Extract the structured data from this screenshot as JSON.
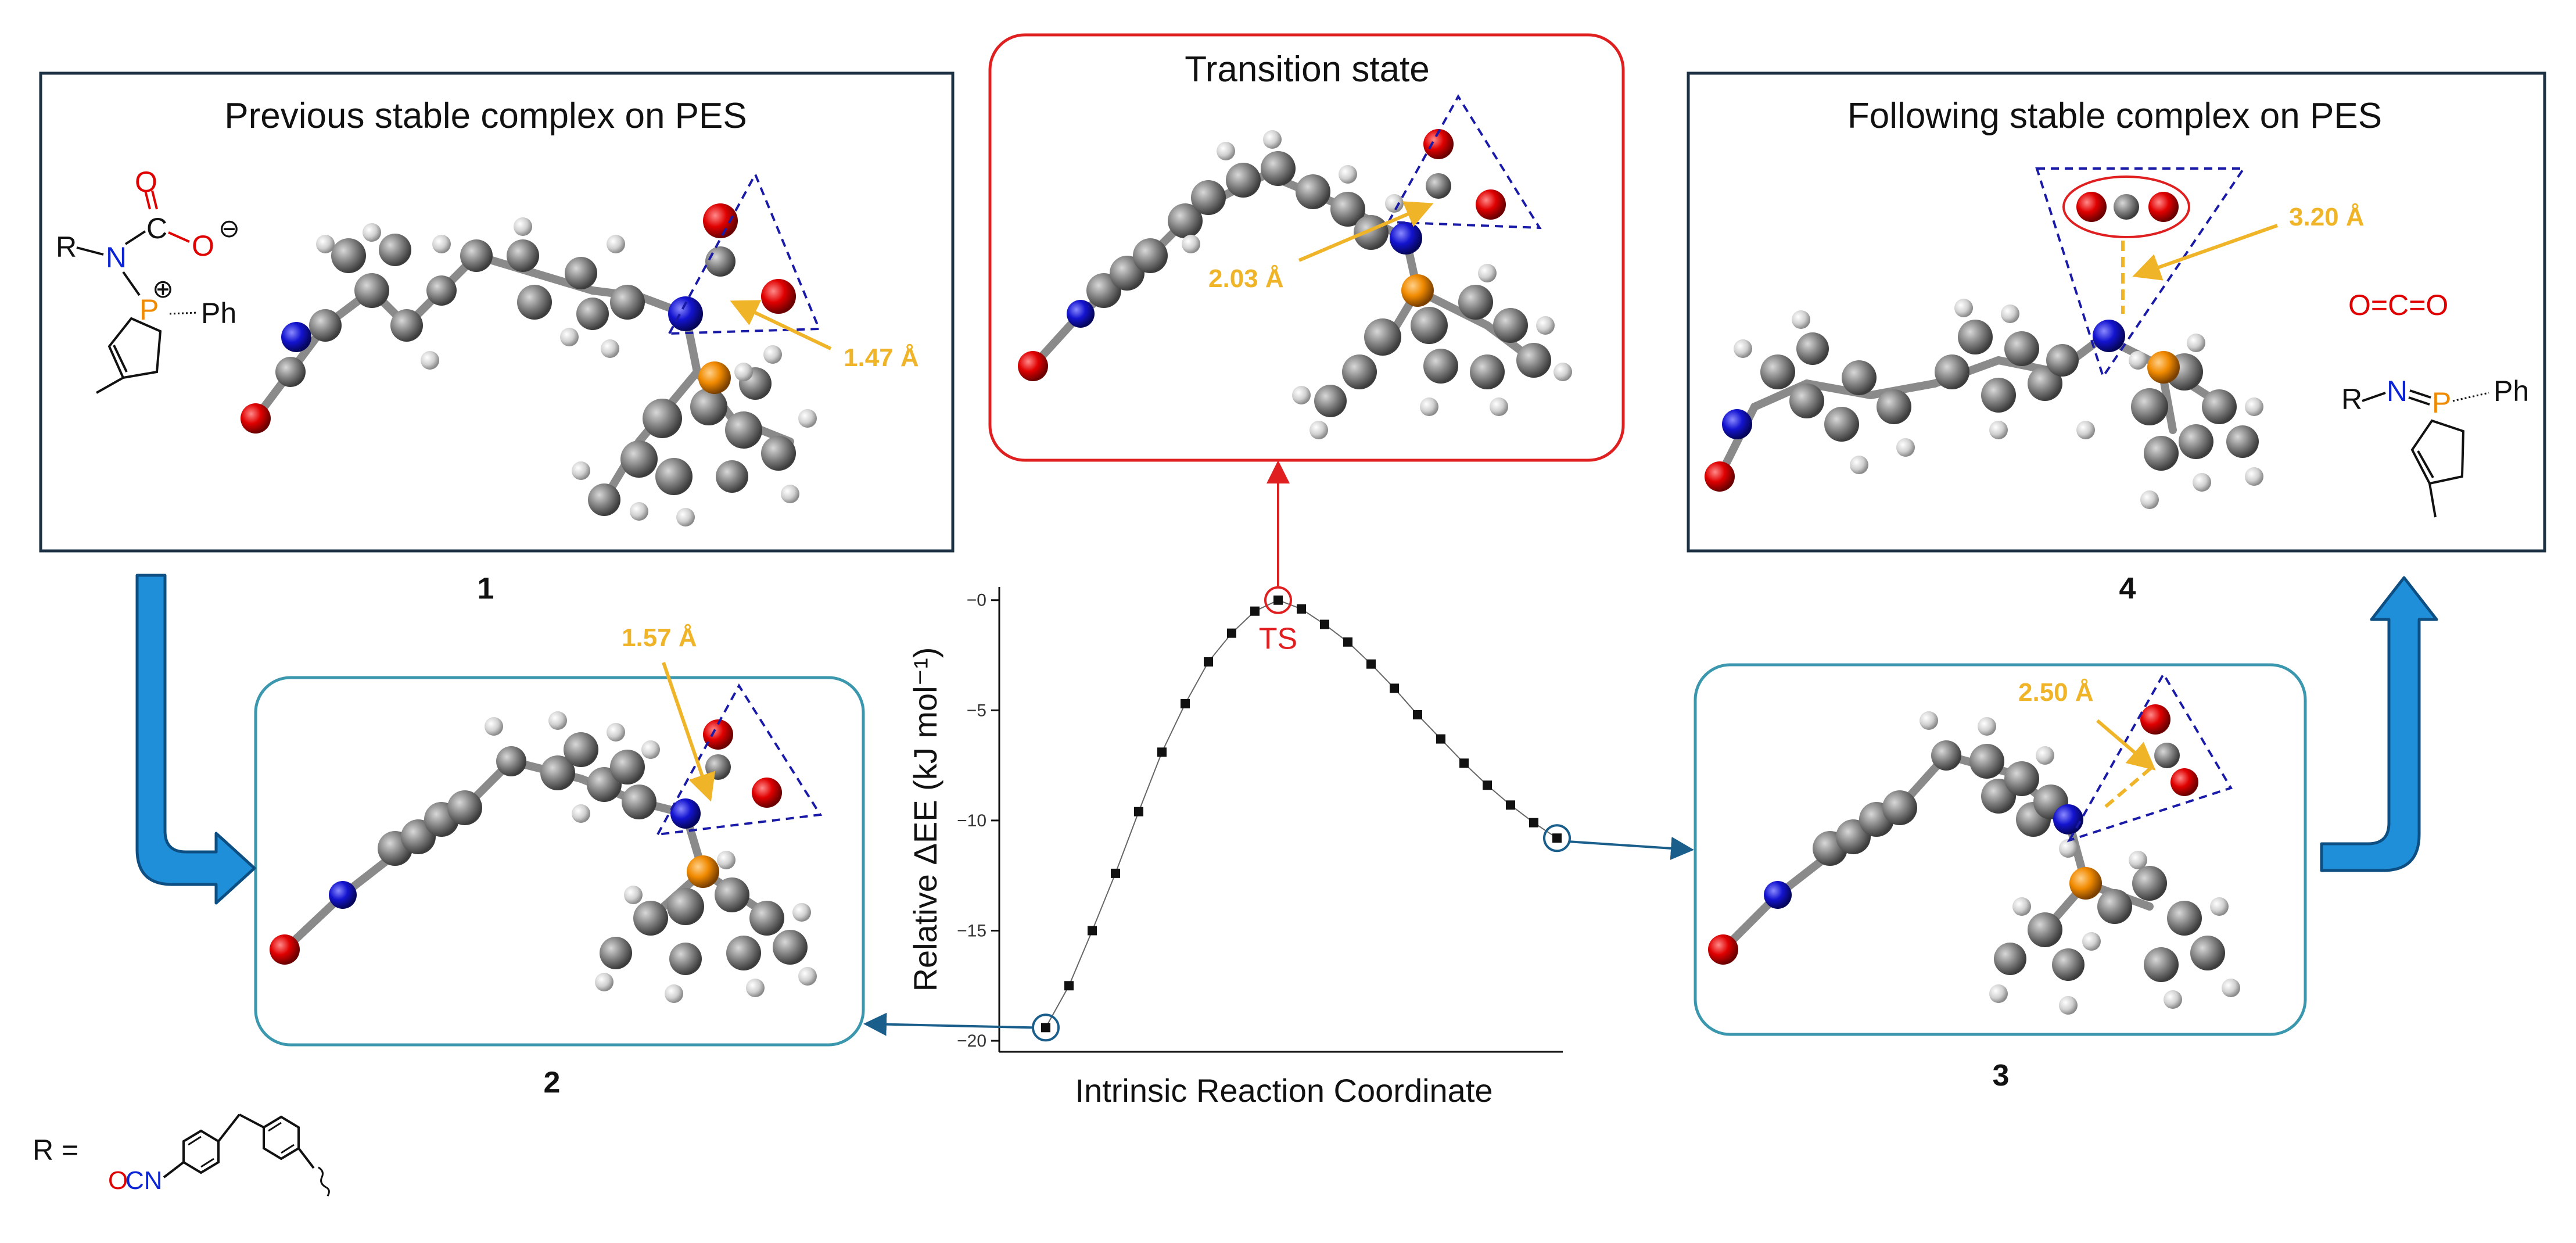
{
  "panels": {
    "previous": {
      "title": "Previous stable complex on PES",
      "label": "1",
      "distance": "1.47 Å"
    },
    "transition": {
      "title": "Transition state",
      "distance": "2.03 Å"
    },
    "following": {
      "title": "Following stable complex on PES",
      "label": "4",
      "distance": "3.20 Å"
    },
    "irc2": {
      "label": "2",
      "distance": "1.57 Å"
    },
    "irc3": {
      "label": "3",
      "distance": "2.50 Å"
    }
  },
  "chem_labels": {
    "r_group": "R",
    "nitrogen": "N",
    "carbon": "C",
    "oxygen": "O",
    "phosphorus": "P",
    "phenyl": "Ph",
    "plus": "⊕",
    "minus": "⊖",
    "co2": "O=C=O",
    "r_equals": "R =",
    "ocn_o": "O",
    "ocn_cn": "CN"
  },
  "chart_data": {
    "type": "scatter",
    "xlabel": "Intrinsic Reaction Coordinate",
    "ylabel": "Relative ΔEE (kJ mol⁻¹)",
    "ylim": [
      -20.5,
      0.6
    ],
    "yticks": [
      -20,
      -15,
      -10,
      -5,
      0
    ],
    "ytick_labels": [
      "−20",
      "−15",
      "−10",
      "−5",
      "−0"
    ],
    "ts_label": "TS",
    "x": [
      1,
      2,
      3,
      4,
      5,
      6,
      7,
      8,
      9,
      10,
      11,
      12,
      13,
      14,
      15,
      16,
      17,
      18,
      19,
      20,
      21,
      22,
      23
    ],
    "values": [
      -19.4,
      -17.5,
      -15.0,
      -12.4,
      -9.6,
      -6.9,
      -4.7,
      -2.8,
      -1.5,
      -0.5,
      0.0,
      -0.4,
      -1.1,
      -1.9,
      -2.9,
      -4.0,
      -5.2,
      -6.3,
      -7.4,
      -8.4,
      -9.3,
      -10.1,
      -10.8
    ],
    "highlighted": [
      {
        "index": 0,
        "label": "2"
      },
      {
        "index": 10,
        "label": "TS"
      },
      {
        "index": 22,
        "label": "3"
      }
    ],
    "grid": false
  },
  "colors": {
    "box_dark": "#1c3143",
    "box_red": "#e02020",
    "box_teal": "#3b97ae",
    "arrow_blue": "#1f8fd9",
    "arrow_dark_blue": "#1a5f8c",
    "distance_yellow": "#f0b429",
    "triangle": "#1a1aa8",
    "carbon": "#7a7a7a",
    "hydrogen": "#dcdcdc",
    "nitrogen": "#1010c8",
    "oxygen": "#d80000",
    "phosphorus": "#f08a00"
  }
}
